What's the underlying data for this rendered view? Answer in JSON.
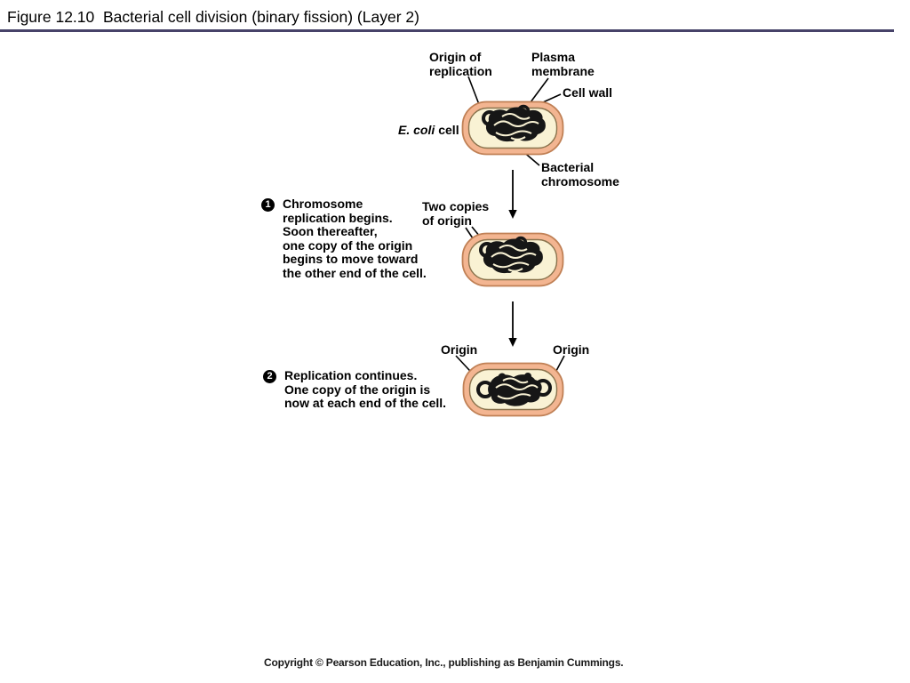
{
  "slide": {
    "title": "Figure 12.10  Bacterial cell division (binary fission) (Layer 2)",
    "copyright": "Copyright © Pearson Education, Inc., publishing as Benjamin Cummings."
  },
  "diagram": {
    "labels": {
      "origin_of_replication": "Origin of\nreplication",
      "plasma_membrane": "Plasma\nmembrane",
      "cell_wall": "Cell wall",
      "ecoli_name": "E. coli",
      "ecoli_suffix": "cell",
      "bacterial_chromosome": "Bacterial\nchromosome",
      "two_copies_of_origin": "Two copies\nof origin",
      "origin_left": "Origin",
      "origin_right": "Origin"
    },
    "steps": [
      {
        "number": "1",
        "text": "Chromosome\nreplication begins.\nSoon thereafter,\none copy of the origin\nbegins to move toward\nthe other end of the cell."
      },
      {
        "number": "2",
        "text": "Replication continues.\nOne copy of the origin is\nnow at each end of the cell."
      }
    ],
    "colors": {
      "title_rule": "#474369",
      "cell_wall_fill": "#f3b591",
      "cell_wall_outline": "#c08055",
      "cytoplasm_fill": "#f9f2d4",
      "cytoplasm_outline": "#8a734d",
      "chromosome": "#161616"
    }
  }
}
